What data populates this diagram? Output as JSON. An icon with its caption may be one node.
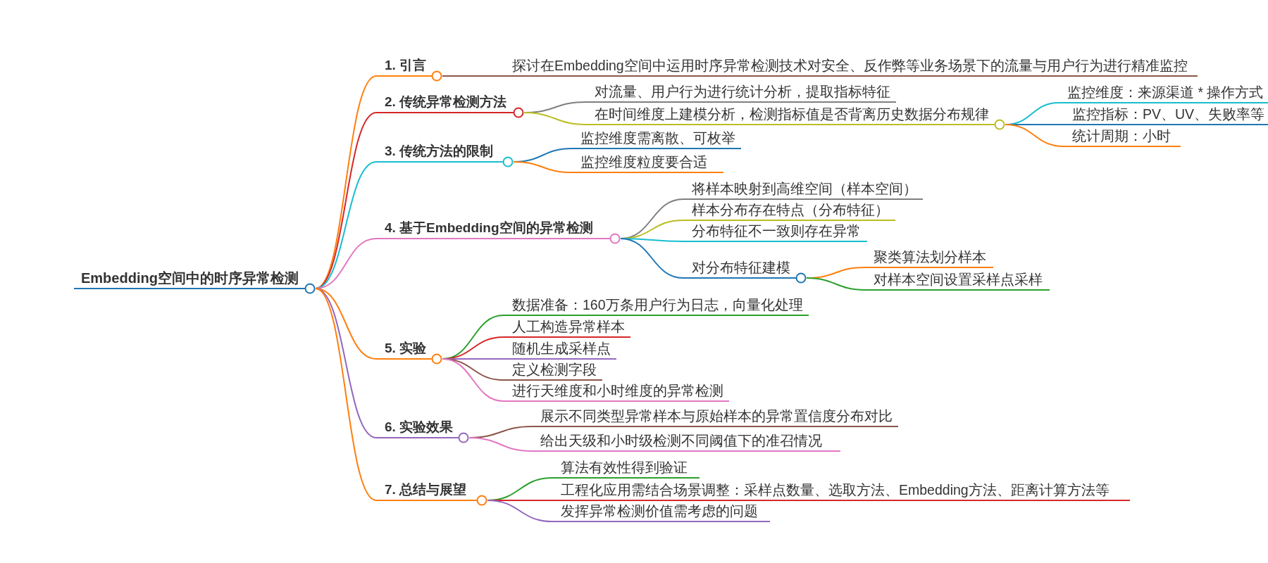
{
  "diagram": {
    "nodes": [
      {
        "text": [
          "Embedding空间中的时序异常检测"
        ]
      },
      {
        "text": [
          "1. 引言"
        ]
      },
      {
        "text": [
          "探讨在Embedding空间中运用时序异常检测技术对安全、反作弊等业务场景下的流量与用户行为进行精准监控"
        ]
      },
      {
        "text": [
          "2. 传统异常检测方法"
        ]
      },
      {
        "text": [
          "对流量、用户行为进行统计分析，提取指标特征"
        ]
      },
      {
        "text": [
          "在时间维度上建模分析，检测指标值是否背离历史数据分布规律"
        ]
      },
      {
        "text": [
          "监控维度：来源渠道 * 操作方式"
        ]
      },
      {
        "text": [
          "监控指标：PV、UV、失败率等"
        ]
      },
      {
        "text": [
          "统计周期：小时"
        ]
      },
      {
        "text": [
          "3. 传统方法的限制"
        ]
      },
      {
        "text": [
          "监控维度需离散、可枚举"
        ]
      },
      {
        "text": [
          "监控维度粒度要合适"
        ]
      },
      {
        "text": [
          "4. 基于Embedding空间的异常检测"
        ]
      },
      {
        "text": [
          "将样本映射到高维空间（样本空间）"
        ]
      },
      {
        "text": [
          "样本分布存在特点（分布特征）"
        ]
      },
      {
        "text": [
          "分布特征不一致则存在异常"
        ]
      },
      {
        "text": [
          "对分布特征建模"
        ]
      },
      {
        "text": [
          "聚类算法划分样本"
        ]
      },
      {
        "text": [
          "对样本空间设置采样点采样"
        ]
      },
      {
        "text": [
          "5. 实验"
        ]
      },
      {
        "text": [
          "数据准备：160万条用户行为日志，向量化处理"
        ]
      },
      {
        "text": [
          "人工构造异常样本"
        ]
      },
      {
        "text": [
          "随机生成采样点"
        ]
      },
      {
        "text": [
          "定义检测字段"
        ]
      },
      {
        "text": [
          "进行天维度和小时维度的异常检测"
        ]
      },
      {
        "text": [
          "6. 实验效果"
        ]
      },
      {
        "text": [
          "展示不同类型异常样本与原始样本的异常置信度分布对比"
        ]
      },
      {
        "text": [
          "给出天级和小时级检测不同阈值下的准召情况"
        ]
      },
      {
        "text": [
          "7. 总结与展望"
        ]
      },
      {
        "text": [
          "算法有效性得到验证"
        ]
      },
      {
        "text": [
          "工程化应用需结合场景调整：采样点数量、选取方法、Embedding方法、距离计算方法等"
        ]
      },
      {
        "text": [
          "发挥异常检测价值需考虑的问题"
        ]
      }
    ],
    "edges": [
      {
        "from": 0,
        "to": 1,
        "arrow": "none",
        "color": "#ff7f0e"
      },
      {
        "from": 1,
        "to": 2,
        "arrow": "none",
        "color": "#8c564b"
      },
      {
        "from": 0,
        "to": 3,
        "arrow": "none",
        "color": "#d62728"
      },
      {
        "from": 3,
        "to": 4,
        "arrow": "none",
        "color": "#7f7f7f"
      },
      {
        "from": 3,
        "to": 5,
        "arrow": "none",
        "color": "#bcbd22"
      },
      {
        "from": 5,
        "to": 6,
        "arrow": "none",
        "color": "#17becf"
      },
      {
        "from": 5,
        "to": 7,
        "arrow": "none",
        "color": "#1f77b4"
      },
      {
        "from": 5,
        "to": 8,
        "arrow": "none",
        "color": "#ff7f0e"
      },
      {
        "from": 0,
        "to": 9,
        "arrow": "none",
        "color": "#17becf"
      },
      {
        "from": 9,
        "to": 10,
        "arrow": "none",
        "color": "#1f77b4"
      },
      {
        "from": 9,
        "to": 11,
        "arrow": "none",
        "color": "#ff7f0e"
      },
      {
        "from": 0,
        "to": 12,
        "arrow": "none",
        "color": "#e377c2"
      },
      {
        "from": 12,
        "to": 13,
        "arrow": "none",
        "color": "#7f7f7f"
      },
      {
        "from": 12,
        "to": 14,
        "arrow": "none",
        "color": "#bcbd22"
      },
      {
        "from": 12,
        "to": 15,
        "arrow": "none",
        "color": "#17becf"
      },
      {
        "from": 12,
        "to": 16,
        "arrow": "none",
        "color": "#1f77b4"
      },
      {
        "from": 16,
        "to": 17,
        "arrow": "none",
        "color": "#ff7f0e"
      },
      {
        "from": 16,
        "to": 18,
        "arrow": "none",
        "color": "#2ca02c"
      },
      {
        "from": 0,
        "to": 19,
        "arrow": "none",
        "color": "#ff7f0e"
      },
      {
        "from": 19,
        "to": 20,
        "arrow": "none",
        "color": "#2ca02c"
      },
      {
        "from": 19,
        "to": 21,
        "arrow": "none",
        "color": "#d62728"
      },
      {
        "from": 19,
        "to": 22,
        "arrow": "none",
        "color": "#9467bd"
      },
      {
        "from": 19,
        "to": 23,
        "arrow": "none",
        "color": "#8c564b"
      },
      {
        "from": 19,
        "to": 24,
        "arrow": "none",
        "color": "#e377c2"
      },
      {
        "from": 0,
        "to": 25,
        "arrow": "none",
        "color": "#9467bd"
      },
      {
        "from": 25,
        "to": 26,
        "arrow": "none",
        "color": "#8c564b"
      },
      {
        "from": 25,
        "to": 27,
        "arrow": "none",
        "color": "#e377c2"
      },
      {
        "from": 0,
        "to": 28,
        "arrow": "none",
        "color": "#ff7f0e"
      },
      {
        "from": 28,
        "to": 29,
        "arrow": "none",
        "color": "#2ca02c"
      },
      {
        "from": 28,
        "to": 30,
        "arrow": "none",
        "color": "#d62728"
      },
      {
        "from": 28,
        "to": 31,
        "arrow": "none",
        "color": "#9467bd"
      }
    ]
  }
}
